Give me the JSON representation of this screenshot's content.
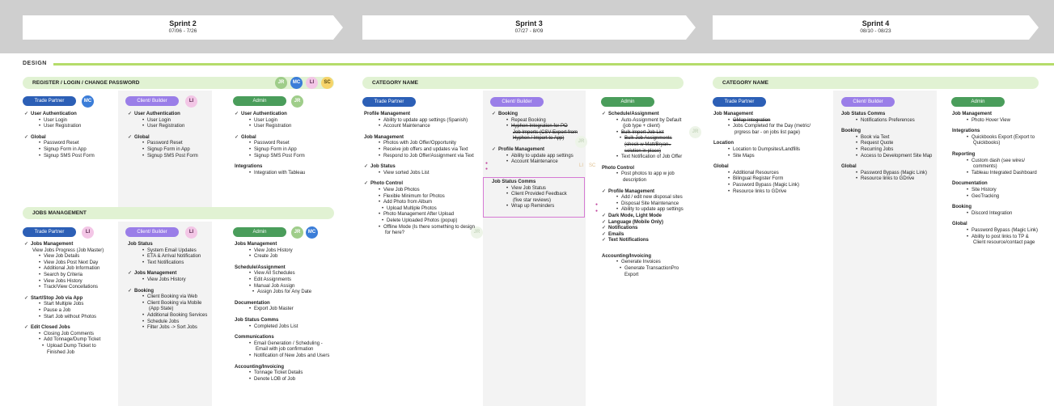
{
  "sprints": [
    {
      "title": "Sprint 2",
      "dates": "07/06 - 7/26"
    },
    {
      "title": "Sprint 3",
      "dates": "07/27 - 8/09"
    },
    {
      "title": "Sprint 4",
      "dates": "08/10 - 08/23"
    }
  ],
  "design_label": "DESIGN",
  "sections": {
    "register": "REGISTER / LOGIN / CHANGE PASSWORD",
    "jobs": "JOBS MANAGEMENT",
    "cat3": "CATEGORY NAME",
    "cat4": "CATEGORY NAME"
  },
  "avatars": {
    "jr": "JR",
    "mc": "MC",
    "li": "LI",
    "sc": "SC"
  },
  "roles": {
    "trade": "Trade Partner",
    "client": "Client/ Builder",
    "admin": "Admin"
  },
  "colors": {
    "trade": "#2c5fb6",
    "client": "#9a7ee8",
    "admin": "#4a9d5b",
    "section": "#e1f2d3",
    "design_line": "#b5dc6a",
    "highlight": "#d67ad4"
  },
  "reg_trade": [
    [
      "check",
      "User Authentication"
    ],
    [
      "bullet",
      "User Login"
    ],
    [
      "bullet",
      "User Registration"
    ],
    [
      "gap",
      ""
    ],
    [
      "check",
      "Global"
    ],
    [
      "bullet",
      "Password Reset"
    ],
    [
      "bullet",
      "Signup Form in App"
    ],
    [
      "bullet",
      "Signup SMS Post Form"
    ]
  ],
  "reg_client": [
    [
      "check",
      "User Authentication"
    ],
    [
      "bullet",
      "User Login"
    ],
    [
      "bullet",
      "User Registration"
    ],
    [
      "gap",
      ""
    ],
    [
      "check",
      "Global"
    ],
    [
      "bullet",
      "Password Reset"
    ],
    [
      "bullet",
      "Signup Form in App"
    ],
    [
      "bullet",
      "Signup SMS Post Form"
    ]
  ],
  "reg_admin": [
    [
      "check",
      "User Authentication"
    ],
    [
      "bullet",
      "User Login"
    ],
    [
      "bullet",
      "User Registration"
    ],
    [
      "gap",
      ""
    ],
    [
      "check",
      "Global"
    ],
    [
      "bullet",
      "Password Reset"
    ],
    [
      "bullet",
      "Signup Form in App"
    ],
    [
      "bullet",
      "Signup SMS Post Form"
    ],
    [
      "gap",
      ""
    ],
    [
      "head",
      "Integrations"
    ],
    [
      "bullet",
      "Integration with Tableau"
    ]
  ],
  "jobs_trade": [
    [
      "check",
      "Jobs Management"
    ],
    [
      "plain",
      "View Jobs Progress (Job Master)"
    ],
    [
      "bullet",
      "View Job Details"
    ],
    [
      "bullet",
      "View Jobs Post Next Day"
    ],
    [
      "bullet",
      "Additional Job Information"
    ],
    [
      "bullet",
      "Search by Criteria"
    ],
    [
      "bullet",
      "View Jobs History"
    ],
    [
      "bullet",
      "Track/View Concellations"
    ],
    [
      "gap",
      ""
    ],
    [
      "check",
      "Start/Stop Job via App"
    ],
    [
      "bullet",
      "Start Multiple Jobs"
    ],
    [
      "bullet",
      "Pause a Job"
    ],
    [
      "bullet",
      "Start Job without Photos"
    ],
    [
      "gap",
      ""
    ],
    [
      "check",
      "Edit Closed Jobs"
    ],
    [
      "bullet",
      "Closing Job Comments"
    ],
    [
      "bullet",
      "Add Tonnage/Dump Ticket"
    ],
    [
      "sub",
      "Upload Dump Ticket to"
    ],
    [
      "subcont",
      "Finished Job"
    ]
  ],
  "jobs_client": [
    [
      "head",
      "Job Status"
    ],
    [
      "bullet",
      "System Email Updates"
    ],
    [
      "bullet",
      "ETA & Arrival Notification"
    ],
    [
      "bullet",
      "Text Notifications"
    ],
    [
      "gap",
      ""
    ],
    [
      "check",
      "Jobs Management"
    ],
    [
      "bullet",
      "View Jobs History"
    ],
    [
      "gap",
      ""
    ],
    [
      "check",
      "Booking"
    ],
    [
      "bullet",
      "Client Booking via Web"
    ],
    [
      "bullet",
      "Client Booking via Mobile"
    ],
    [
      "cont",
      "(App State)"
    ],
    [
      "bullet",
      "Additional Booking Services"
    ],
    [
      "bullet",
      "Schedule Jobs"
    ],
    [
      "bullet",
      "Filter Jobs -> Sort Jobs"
    ]
  ],
  "jobs_admin": [
    [
      "head",
      "Jobs Management"
    ],
    [
      "bullet",
      "View Jobs History"
    ],
    [
      "bullet",
      "Create Job"
    ],
    [
      "gap",
      ""
    ],
    [
      "head",
      "Schedule/Assignment"
    ],
    [
      "bullet",
      "View All Schedules"
    ],
    [
      "bullet",
      "Edit Assignments"
    ],
    [
      "bullet",
      "Manual Job Assign"
    ],
    [
      "sub",
      "Assign Jobs for Any Date"
    ],
    [
      "gap",
      ""
    ],
    [
      "head",
      "Documentation"
    ],
    [
      "bullet",
      "Export Job Master"
    ],
    [
      "gap",
      ""
    ],
    [
      "head",
      "Job Status Comms"
    ],
    [
      "bullet",
      "Completed Jobs List"
    ],
    [
      "gap",
      ""
    ],
    [
      "head",
      "Communications"
    ],
    [
      "bullet",
      "Email Generation / Scheduling -"
    ],
    [
      "cont",
      "Email with job confirmation"
    ],
    [
      "bullet",
      "Notification of New Jobs and Users"
    ],
    [
      "gap",
      ""
    ],
    [
      "head",
      "Accounting/Invoicing"
    ],
    [
      "bullet",
      "Tonnage Ticket Details"
    ],
    [
      "bullet",
      "Denote LOB of Job"
    ]
  ],
  "s3_trade": [
    [
      "head",
      "Profile Management"
    ],
    [
      "bullet",
      "Ability to update app settings (Spanish)"
    ],
    [
      "bullet",
      "Account Maintenance"
    ],
    [
      "gap",
      ""
    ],
    [
      "head",
      "Job Management"
    ],
    [
      "bullet",
      "Photos with Job Offer/Opportunity"
    ],
    [
      "bullet",
      "Receive job offers and updates via Text"
    ],
    [
      "bullet",
      "Respond to Job Offer/Assignment via Text"
    ],
    [
      "gap",
      ""
    ],
    [
      "check",
      "Job Status"
    ],
    [
      "bullet",
      "View sorted Jobs List"
    ],
    [
      "gap",
      ""
    ],
    [
      "check",
      "Photo Control"
    ],
    [
      "bullet",
      "View Job Photos"
    ],
    [
      "bullet",
      "Flexible Minimum for Photos"
    ],
    [
      "bullet",
      "Add Photo from Album"
    ],
    [
      "sub",
      "Upload Multiple Photos"
    ],
    [
      "bullet",
      "Photo Management After Upload"
    ],
    [
      "sub",
      "Delete Uploaded Photos (popup)"
    ],
    [
      "bullet",
      "Offline Mode (Is there something to design"
    ],
    [
      "cont",
      "for here?"
    ]
  ],
  "s3_client": [
    [
      "check",
      "Booking"
    ],
    [
      "bullet",
      "Repeat Booking"
    ],
    [
      "bstrike",
      "Hyphen Integration for PO"
    ],
    [
      "cstrike",
      "Job Imports (CSV Export from"
    ],
    [
      "cstrike",
      "Hyphen / Import to App)"
    ],
    [
      "gap",
      ""
    ],
    [
      "check",
      "Profile Management"
    ],
    [
      "bullet",
      "Ability to update app settings"
    ],
    [
      "bullet",
      "Account Maintenance"
    ]
  ],
  "s3_client_box": [
    [
      "head",
      "Job Status Comms"
    ],
    [
      "bullet",
      "View Job Status"
    ],
    [
      "bullet",
      "Client Provided Feedback"
    ],
    [
      "cont",
      "(five star reviews)"
    ],
    [
      "bullet",
      "Wrap up Reminders"
    ]
  ],
  "s3_admin": [
    [
      "check",
      "Schedule/Assignment"
    ],
    [
      "bullet",
      "Auto-Assignment by Default"
    ],
    [
      "cont",
      "(job type + client)"
    ],
    [
      "bstrike",
      "Bulk Import Job List"
    ],
    [
      "substrike",
      "Bulk Job Assignments"
    ],
    [
      "subcstrike",
      "(check w Matt/Bryan.."
    ],
    [
      "subcstrike",
      "solution in place)"
    ],
    [
      "bullet",
      "Text Notification of Job Offer"
    ],
    [
      "gap",
      ""
    ],
    [
      "head",
      "Photo Control"
    ],
    [
      "bullet",
      "Post photos to app w job"
    ],
    [
      "cont",
      "description"
    ],
    [
      "gap",
      ""
    ],
    [
      "check",
      "Profile Management"
    ],
    [
      "bullet",
      "Add / edit new disposal sites"
    ],
    [
      "bullet",
      "Disposal Site Maintenance"
    ],
    [
      "bullet",
      "Ability to update app settings"
    ],
    [
      "check",
      "Dark Mode, Light Mode"
    ],
    [
      "check",
      "Language (Mobile Only)"
    ],
    [
      "check",
      "Notifications"
    ],
    [
      "check",
      "Emails"
    ],
    [
      "check",
      "Text Notifications"
    ],
    [
      "gap",
      ""
    ],
    [
      "gap",
      ""
    ],
    [
      "head",
      "Accounting/Invoicing"
    ],
    [
      "bullet",
      "Generate Invoices"
    ],
    [
      "sub",
      "Generate TransactionPro"
    ],
    [
      "subcont",
      "Export"
    ]
  ],
  "s4_trade": [
    [
      "head",
      "Job Management"
    ],
    [
      "bstrike",
      "GMap Integration"
    ],
    [
      "bullet",
      "Jobs Completed for the Day (metric/"
    ],
    [
      "cont",
      "prgress bar - on jobs list page)"
    ],
    [
      "gap",
      ""
    ],
    [
      "head",
      "Location"
    ],
    [
      "bullet",
      "Location to Dumpsites/Landfills"
    ],
    [
      "bullet",
      "Site Maps"
    ],
    [
      "gap",
      ""
    ],
    [
      "head",
      "Global"
    ],
    [
      "bullet",
      "Additional Resources"
    ],
    [
      "bullet",
      "Bilingual Register Form"
    ],
    [
      "bullet",
      "Password Bypass (Magic Link)"
    ],
    [
      "bullet",
      "Resource links to GDrive"
    ]
  ],
  "s4_client": [
    [
      "head",
      "Job Status Comms"
    ],
    [
      "bullet",
      "Notifications Preferences"
    ],
    [
      "gap",
      ""
    ],
    [
      "head",
      "Booking"
    ],
    [
      "bullet",
      "Book via Text"
    ],
    [
      "bullet",
      "Request Quote"
    ],
    [
      "bullet",
      "Recurring Jobs"
    ],
    [
      "bullet",
      "Access to Development Site Map"
    ],
    [
      "gap",
      ""
    ],
    [
      "head",
      "Global"
    ],
    [
      "bullet",
      "Password Bypass (Magic Link)"
    ],
    [
      "bullet",
      "Resource links to GDrive"
    ]
  ],
  "s4_admin": [
    [
      "head",
      "Job Management"
    ],
    [
      "bullet",
      "Photo Hover View"
    ],
    [
      "gap",
      ""
    ],
    [
      "head",
      "Integrations"
    ],
    [
      "bullet",
      "Quickbooks Export (Export to"
    ],
    [
      "cont",
      "Quickbooks)"
    ],
    [
      "gap",
      ""
    ],
    [
      "head",
      "Reporting"
    ],
    [
      "bullet",
      "Custom dash (see wires/"
    ],
    [
      "cont",
      "comments)"
    ],
    [
      "bullet",
      "Tableau Integrated Dashboard"
    ],
    [
      "gap",
      ""
    ],
    [
      "head",
      "Documentation"
    ],
    [
      "bullet",
      "Site History"
    ],
    [
      "bullet",
      "GeoTracking"
    ],
    [
      "gap",
      ""
    ],
    [
      "head",
      "Booking"
    ],
    [
      "bullet",
      "Discord Integration"
    ],
    [
      "gap",
      ""
    ],
    [
      "head",
      "Global"
    ],
    [
      "bullet",
      "Password Bypass (Magic Link)"
    ],
    [
      "bullet",
      "Ability to post links to TP &"
    ],
    [
      "cont",
      "Client resource/contact page"
    ]
  ]
}
